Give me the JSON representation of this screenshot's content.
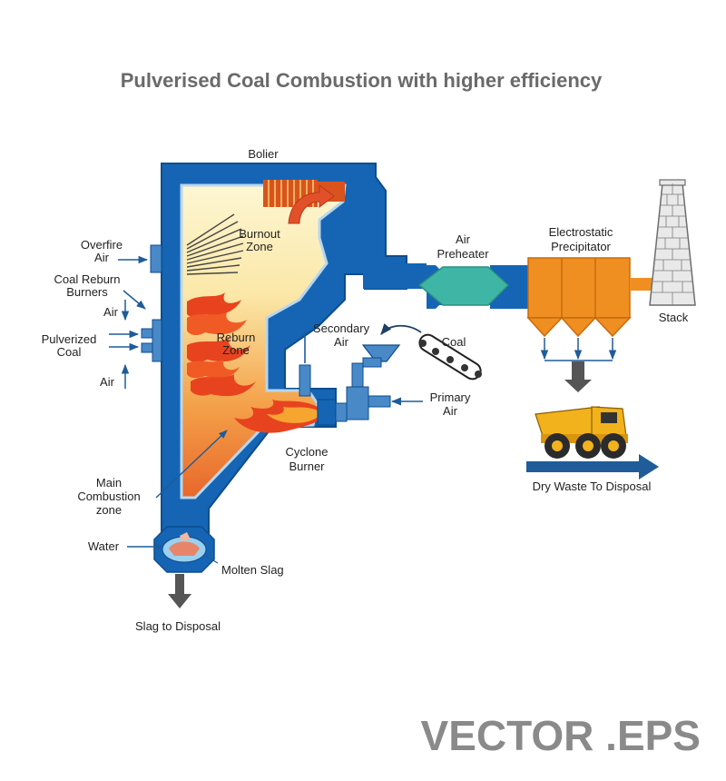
{
  "title": "Pulverised Coal Combustion with higher efficiency",
  "labels": {
    "boiler": "Bolier",
    "burnout_1": "Burnout",
    "burnout_2": "Zone",
    "reburn_1": "Reburn",
    "reburn_2": "Zone",
    "overfire_1": "Overfire",
    "overfire_2": "Air",
    "coal_reburn_1": "Coal Reburn",
    "coal_reburn_2": "Burners",
    "air_top": "Air",
    "pulverized_1": "Pulverized",
    "pulverized_2": "Coal",
    "air_bottom": "Air",
    "main_comb_1": "Main",
    "main_comb_2": "Combustion",
    "main_comb_3": "zone",
    "water": "Water",
    "molten_slag": "Molten Slag",
    "slag_disposal": "Slag to Disposal",
    "secondary_1": "Secondary",
    "secondary_2": "Air",
    "coal": "Coal",
    "primary_1": "Primary",
    "primary_2": "Air",
    "cyclone_1": "Cyclone",
    "cyclone_2": "Burner",
    "air_pre_1": "Air",
    "air_pre_2": "Preheater",
    "esp_1": "Electrostatic",
    "esp_2": "Precipitator",
    "stack": "Stack",
    "dry_waste": "Dry Waste To Disposal"
  },
  "watermark": "VECTOR .EPS",
  "colors": {
    "duct_blue": "#1565b4",
    "arrow_blue": "#1f5c99",
    "preheater_teal": "#3fb5a6",
    "esp_orange": "#ef8f22",
    "truck_yellow": "#f2b21b",
    "flame_red": "#e8431f",
    "chamber_cream": "#fbf0c0",
    "title_gray": "#6a6a6a"
  }
}
